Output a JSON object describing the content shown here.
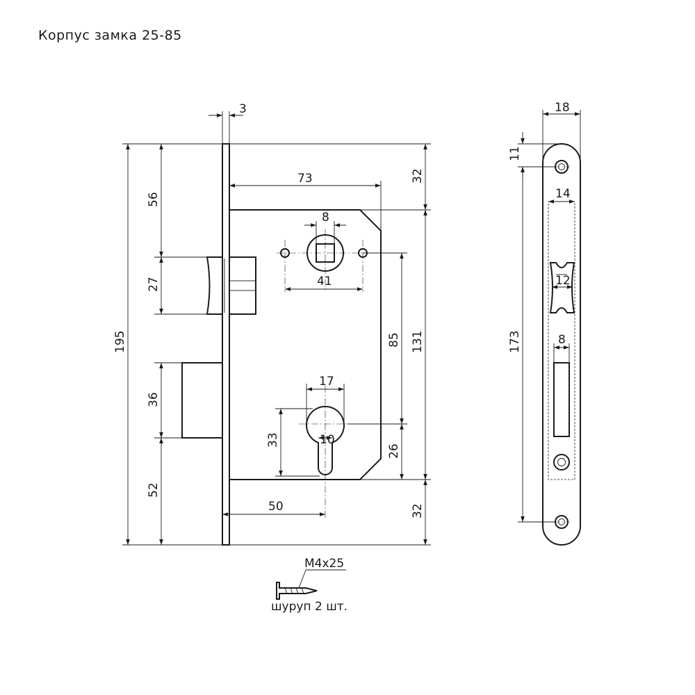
{
  "title": "Корпус замка 25-85",
  "dimensions": {
    "faceplate_thickness": "3",
    "backset_73": "73",
    "top_offset_32": "32",
    "bottom_offset_32": "32",
    "spindle_square": "8",
    "screw_spacing": "41",
    "latch_position": "56",
    "latch_height": "27",
    "total_height": "195",
    "bolt_height": "36",
    "bolt_bottom": "52",
    "centre_distance": "85",
    "body_height": "131",
    "cylinder_width": "17",
    "cylinder_slot": "10",
    "cylinder_height": "33",
    "cylinder_bottom": "26",
    "backset_50": "50",
    "faceplate_width": "18",
    "hole_offset": "11",
    "inner_width": "14",
    "latch_slot": "12",
    "bolt_slot": "8",
    "faceplate_length": "173"
  },
  "screw": {
    "size": "M4x25",
    "note": "шуруп 2 шт."
  }
}
